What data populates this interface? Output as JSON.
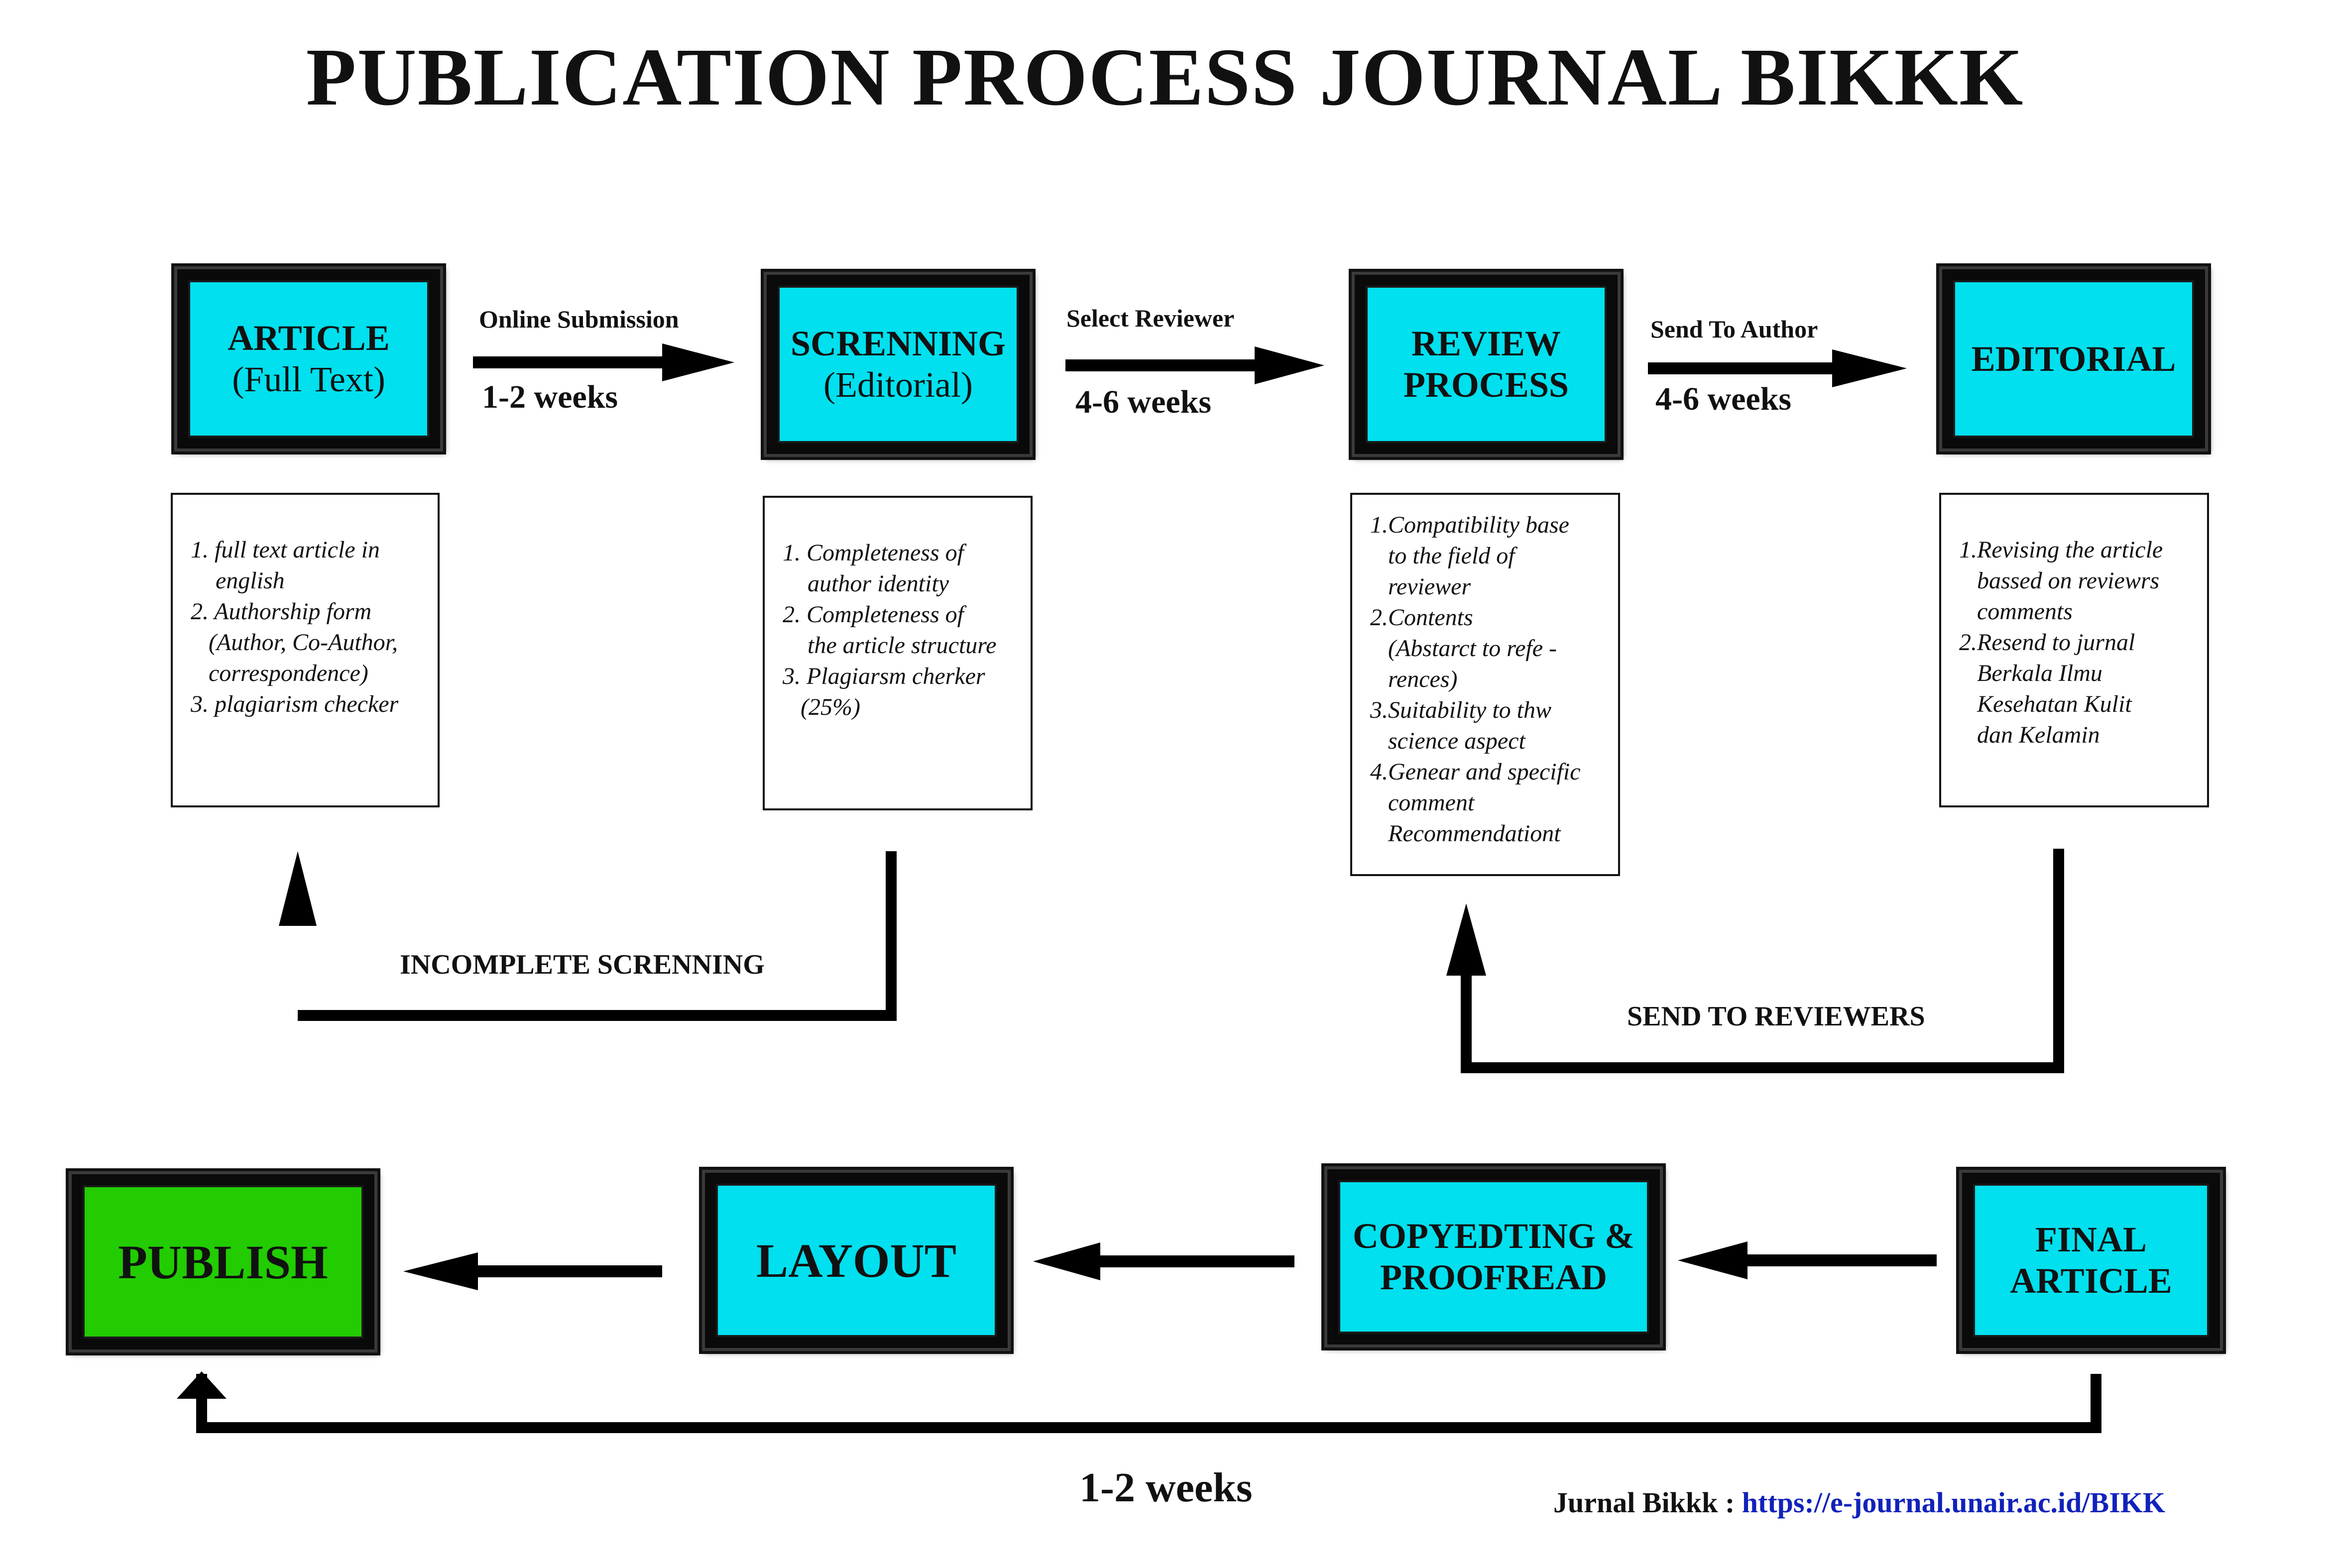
{
  "title": "PUBLICATION PROCESS JOURNAL BIKKK",
  "stages": {
    "article": {
      "main": "ARTICLE",
      "sub": "(Full Text)"
    },
    "screening": {
      "main": "SCRENNING",
      "sub": "(Editorial)"
    },
    "review": {
      "main": "REVIEW",
      "main2": "PROCESS"
    },
    "editorial": {
      "main": "EDITORIAL"
    },
    "final": {
      "main": "FINAL",
      "main2": "ARTICLE"
    },
    "copyedit": {
      "main": "COPYEDTING &",
      "main2": "PROOFREAD"
    },
    "layout": {
      "main": "LAYOUT"
    },
    "publish": {
      "main": "PUBLISH"
    }
  },
  "arrows": {
    "a1": {
      "label": "Online Submission",
      "time": "1-2 weeks"
    },
    "a2": {
      "label": "Select Reviewer",
      "time": "4-6 weeks"
    },
    "a3": {
      "label": "Send To Author",
      "time": "4-6 weeks"
    }
  },
  "notes": {
    "article": [
      "1. full text article in",
      "    english",
      "2. Authorship form",
      "   (Author, Co-Author,",
      "   correspondence)",
      "3. plagiarism checker"
    ],
    "screening": [
      "1. Completeness of",
      "    author identity",
      "2. Completeness of",
      "    the article structure",
      "3. Plagiarsm cherker",
      "   (25%)"
    ],
    "review": [
      "1.Compatibility base",
      "   to the field of",
      "   reviewer",
      "2.Contents",
      "   (Abstarct to refe -",
      "   rences)",
      "3.Suitability to thw",
      "   science aspect",
      "4.Genear and specific",
      "   comment",
      "   Recommendationt"
    ],
    "editorial": [
      "1.Revising the article",
      "   bassed on reviewrs",
      "   comments",
      "2.Resend to jurnal",
      "   Berkala Ilmu",
      "   Kesehatan Kulit",
      "   dan Kelamin"
    ]
  },
  "loops": {
    "incomplete": "INCOMPLETE SCRENNING",
    "reviewers": "SEND TO REVIEWERS",
    "bottom_time": "1-2 weeks"
  },
  "footer": {
    "label": "Jurnal Bikkk : ",
    "url": "https://e-journal.unair.ac.id/BIKK"
  },
  "colors": {
    "stage_fill": "#00e0ee",
    "publish_fill": "#22cc00",
    "url_color": "#1122bb"
  }
}
